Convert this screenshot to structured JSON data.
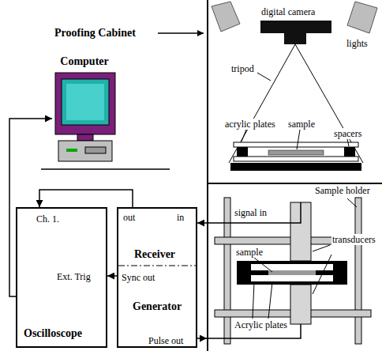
{
  "diagram": {
    "nodes": [
      {
        "text": [
          "Computer"
        ]
      },
      {
        "text": [
          "Ch. 1.",
          "Ext. Trig",
          "Oscilloscope"
        ]
      },
      {
        "text": [
          "out",
          "in",
          "Receiver",
          "Sync out",
          "Generator",
          "Pulse out"
        ]
      },
      {
        "text": [
          "Proofing Cabinet"
        ]
      },
      {
        "text": [
          "Sample holder"
        ]
      }
    ],
    "edges": [
      {
        "from": 1,
        "to": 0,
        "arrow": "to"
      },
      {
        "from": 2,
        "to": 1,
        "arrow": "to"
      },
      {
        "from": 2,
        "to": 1,
        "arrow": "to"
      },
      {
        "from": 4,
        "to": 2,
        "arrow": "to"
      },
      {
        "from": 2,
        "to": 4,
        "arrow": "to"
      }
    ],
    "labels": [
      "digital camera",
      "lights",
      "tripod",
      "acrylic plates",
      "sample",
      "spacers",
      "signal in",
      "sample",
      "transducers",
      "Acrylic plates"
    ]
  }
}
